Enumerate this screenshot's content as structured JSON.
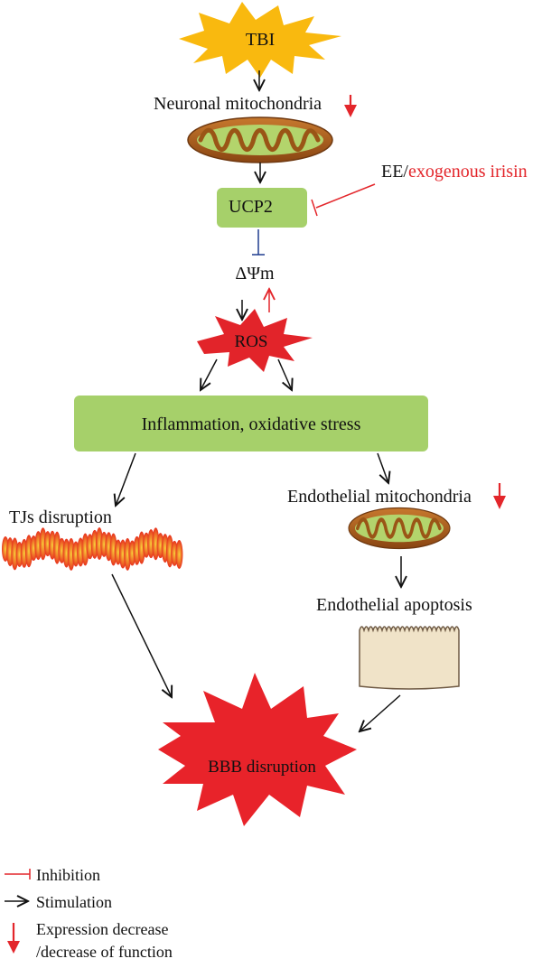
{
  "nodes": {
    "tbi": "TBI",
    "neuronal_mito": "Neuronal mitochondria",
    "ee_prefix": "EE/",
    "ee_irisin": "exogenous irisin",
    "ucp2": "UCP2",
    "delta_psi": "ΔΨm",
    "ros": "ROS",
    "inflammation": "Inflammation, oxidative stress",
    "tjs": "TJs disruption",
    "endo_mito": "Endothelial mitochondria",
    "endo_apoptosis": "Endothelial apoptosis",
    "bbb": "BBB disruption"
  },
  "legend": {
    "inhibition": "Inhibition",
    "stimulation": "Stimulation",
    "decrease_line1": "Expression decrease",
    "decrease_line2": "/decrease of function"
  },
  "colors": {
    "starburst_yellow": "#f9b90f",
    "ros_red": "#e2242a",
    "bbb_red": "#e8232a",
    "box_green": "#a6d06a",
    "inhibition_red": "#e3262b",
    "inhibition_blue": "#1f3c8f",
    "mito_outer": "#a35a1a",
    "mito_inner": "#b3d46c",
    "cell_fill": "#f0e3c8"
  }
}
